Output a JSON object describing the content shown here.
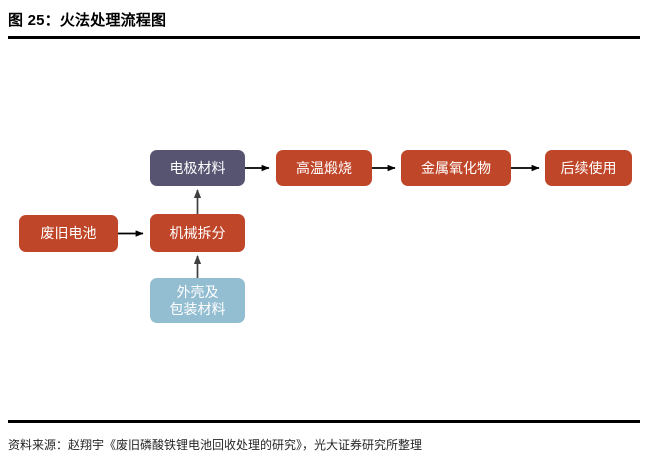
{
  "header": {
    "figure_title": "图 25：火法处理流程图"
  },
  "footer": {
    "source_note": "资料来源：赵翔宇《废旧磷酸铁锂电池回收处理的研究》，光大证券研究所整理"
  },
  "colors": {
    "orange": "#C0462A",
    "purple": "#565471",
    "blue": "#93BDD1",
    "arrow_black": "#000000",
    "arrow_gray": "#595959",
    "rule": "#000000",
    "text_on_node": "#FFFFFF"
  },
  "diagram": {
    "type": "flowchart",
    "nodes": [
      {
        "id": "electrode-material",
        "label": "电极材料",
        "color": "purple"
      },
      {
        "id": "high-temp-calcine",
        "label": "高温煅烧",
        "color": "orange"
      },
      {
        "id": "metal-oxide",
        "label": "金属氧化物",
        "color": "orange"
      },
      {
        "id": "subsequent-use",
        "label": "后续使用",
        "color": "orange"
      },
      {
        "id": "waste-battery",
        "label": "废旧电池",
        "color": "orange"
      },
      {
        "id": "mechanical-split",
        "label": "机械拆分",
        "color": "orange"
      },
      {
        "id": "shell-packaging",
        "label": "外壳及\n包装材料",
        "color": "blue"
      }
    ],
    "edges": [
      {
        "from": "waste-battery",
        "to": "mechanical-split",
        "direction": "right",
        "style": "black"
      },
      {
        "from": "mechanical-split",
        "to": "electrode-material",
        "direction": "up",
        "style": "gray"
      },
      {
        "from": "shell-packaging",
        "to": "mechanical-split",
        "direction": "up",
        "style": "gray"
      },
      {
        "from": "electrode-material",
        "to": "high-temp-calcine",
        "direction": "right",
        "style": "black"
      },
      {
        "from": "high-temp-calcine",
        "to": "metal-oxide",
        "direction": "right",
        "style": "black"
      },
      {
        "from": "metal-oxide",
        "to": "subsequent-use",
        "direction": "right",
        "style": "black"
      }
    ]
  }
}
